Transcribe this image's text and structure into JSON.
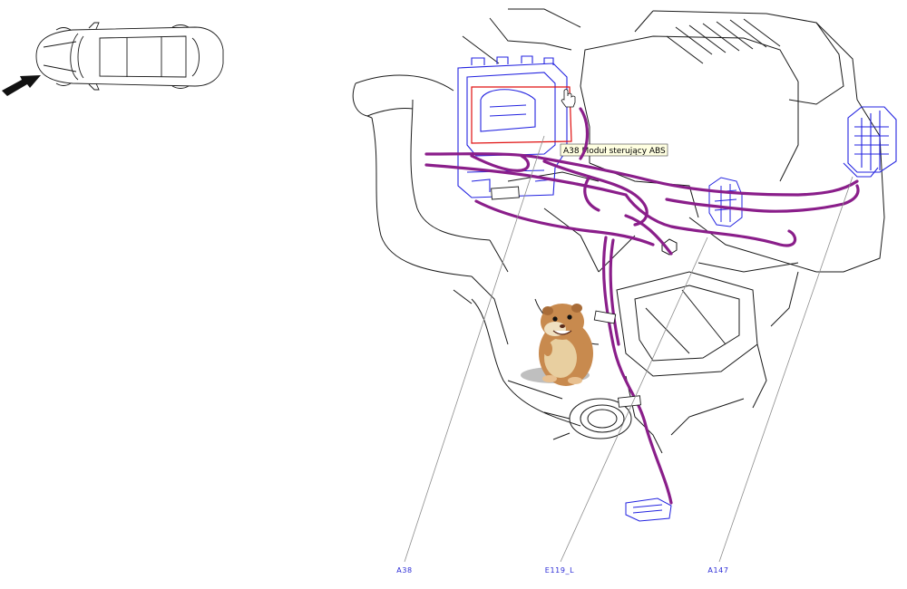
{
  "tooltip": {
    "text": "A38 Moduł sterujący ABS"
  },
  "callouts": [
    {
      "id": "A38",
      "label": "A38"
    },
    {
      "id": "E119_L",
      "label": "E119_L"
    },
    {
      "id": "A147",
      "label": "A147"
    }
  ],
  "colors": {
    "outline": "#1a1a1a",
    "harness": "#8a1e8a",
    "component": "#2323e0",
    "highlight": "#e01010",
    "leader": "#8c8c8c",
    "label": "#2b2bd6",
    "tooltip_bg": "#ffffe1"
  },
  "icons": {
    "locator_arrow": "arrow-icon",
    "vehicle": "car-outline-icon",
    "mascot": "hamster-icon"
  }
}
